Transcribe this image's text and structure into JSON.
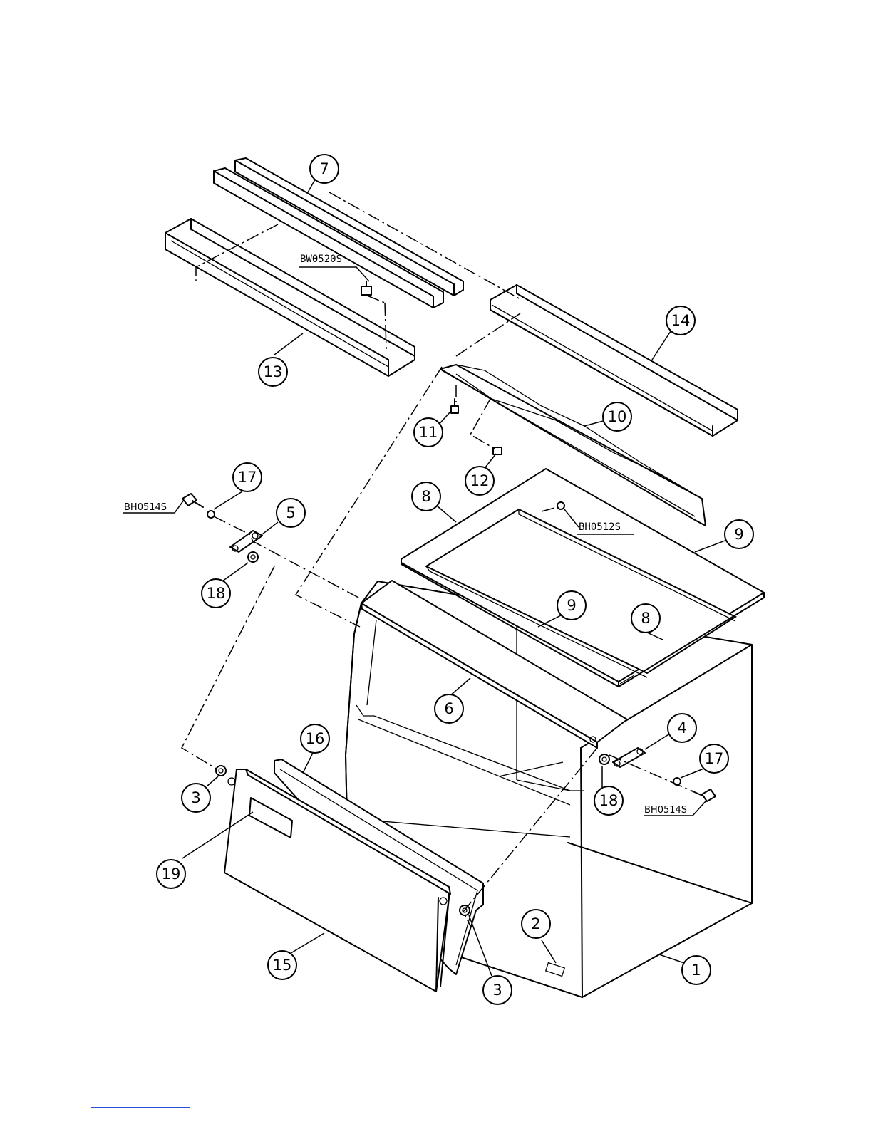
{
  "callouts": {
    "c1": "1",
    "c2": "2",
    "c3a": "3",
    "c3b": "3",
    "c4": "4",
    "c5": "5",
    "c6": "6",
    "c7": "7",
    "c8a": "8",
    "c8b": "8",
    "c9a": "9",
    "c9b": "9",
    "c10": "10",
    "c11": "11",
    "c12": "12",
    "c13": "13",
    "c14": "14",
    "c15": "15",
    "c16": "16",
    "c17a": "17",
    "c17b": "17",
    "c18a": "18",
    "c18b": "18",
    "c19": "19"
  },
  "part_codes": {
    "bw0520s": "BW0520S",
    "bh0512s": "BH0512S",
    "bh0514s_left": "BH0514S",
    "bh0514s_right": "BH0514S"
  }
}
